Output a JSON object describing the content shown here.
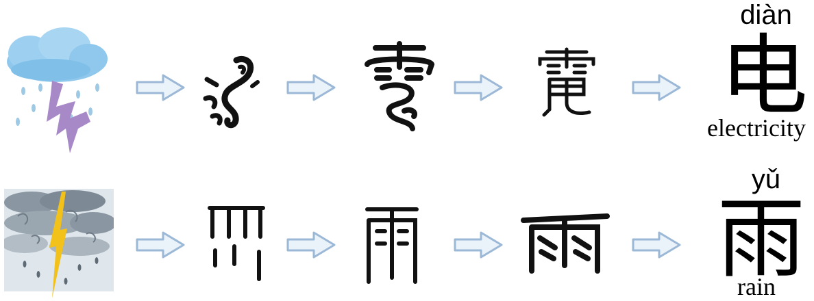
{
  "rows": [
    {
      "pinyin": "diàn",
      "modern_character": "电",
      "meaning": "electricity",
      "picture_icon": "storm-cloud-with-lightning-icon",
      "arrow_icon": "right-arrow-icon",
      "ancient_forms": [
        "oracle-bone-electricity-glyph",
        "bronze-electricity-glyph",
        "seal-electricity-glyph"
      ]
    },
    {
      "pinyin": "yǔ",
      "modern_character": "雨",
      "meaning": "rain",
      "picture_icon": "rain-storm-icon",
      "arrow_icon": "right-arrow-icon",
      "ancient_forms": [
        "oracle-bone-rain-glyph",
        "bronze-rain-glyph",
        "seal-rain-glyph"
      ]
    }
  ],
  "colors": {
    "arrow_fill": "#eaf2fa",
    "arrow_stroke": "#9bb8d6",
    "cloud_blue": "#8fc8ec",
    "lightning_purple": "#a889c8",
    "storm_gray": "#7d8a95",
    "lightning_yellow": "#f2c21a"
  }
}
